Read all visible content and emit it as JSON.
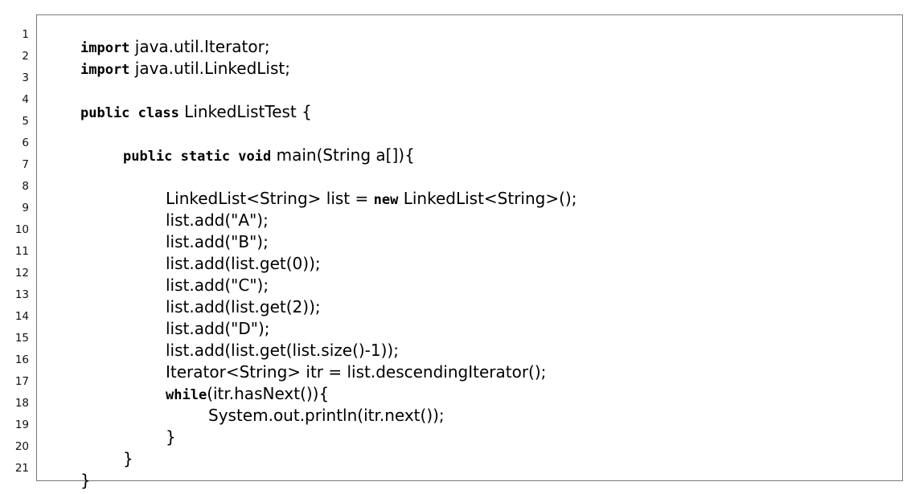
{
  "line_numbers": [
    "1",
    "2",
    "3",
    "4",
    "5",
    "6",
    "7",
    "8",
    "9",
    "10",
    "11",
    "12",
    "13",
    "14",
    "15",
    "16",
    "17",
    "18",
    "19",
    "20",
    "21"
  ],
  "lines": [
    {
      "indent": 0,
      "parts": [
        {
          "kw": true,
          "text": "import"
        },
        {
          "text": " java.util.Iterator;"
        }
      ]
    },
    {
      "indent": 0,
      "parts": [
        {
          "kw": true,
          "text": "import"
        },
        {
          "text": " java.util.LinkedList;"
        }
      ]
    },
    {
      "indent": 0,
      "parts": []
    },
    {
      "indent": 0,
      "parts": [
        {
          "kw": true,
          "text": "public class"
        },
        {
          "text": " LinkedListTest {"
        }
      ]
    },
    {
      "indent": 0,
      "parts": []
    },
    {
      "indent": 1,
      "parts": [
        {
          "kw": true,
          "text": "public static void"
        },
        {
          "text": " main(String a[]){"
        }
      ]
    },
    {
      "indent": 0,
      "parts": []
    },
    {
      "indent": 2,
      "parts": [
        {
          "text": "LinkedList<String> list = "
        },
        {
          "kw": true,
          "text": "new"
        },
        {
          "text": " LinkedList<String>();"
        }
      ]
    },
    {
      "indent": 2,
      "parts": [
        {
          "text": "list.add(\"A\");"
        }
      ]
    },
    {
      "indent": 2,
      "parts": [
        {
          "text": "list.add(\"B\");"
        }
      ]
    },
    {
      "indent": 2,
      "parts": [
        {
          "text": "list.add(list.get(0));"
        }
      ]
    },
    {
      "indent": 2,
      "parts": [
        {
          "text": "list.add(\"C\");"
        }
      ]
    },
    {
      "indent": 2,
      "parts": [
        {
          "text": "list.add(list.get(2));"
        }
      ]
    },
    {
      "indent": 2,
      "parts": [
        {
          "text": "list.add(\"D\");"
        }
      ]
    },
    {
      "indent": 2,
      "parts": [
        {
          "text": "list.add(list.get(list.size()-1));"
        }
      ]
    },
    {
      "indent": 2,
      "parts": [
        {
          "text": "Iterator<String> itr = list.descendingIterator();"
        }
      ]
    },
    {
      "indent": 2,
      "parts": [
        {
          "kw": true,
          "text": "while"
        },
        {
          "text": "(itr.hasNext()){"
        }
      ]
    },
    {
      "indent": 3,
      "parts": [
        {
          "text": "System.out.println(itr.next());"
        }
      ]
    },
    {
      "indent": 2,
      "parts": [
        {
          "text": "}"
        }
      ]
    },
    {
      "indent": 1,
      "parts": [
        {
          "text": "}"
        }
      ]
    },
    {
      "indent": 0,
      "parts": [
        {
          "text": "}"
        }
      ]
    }
  ]
}
